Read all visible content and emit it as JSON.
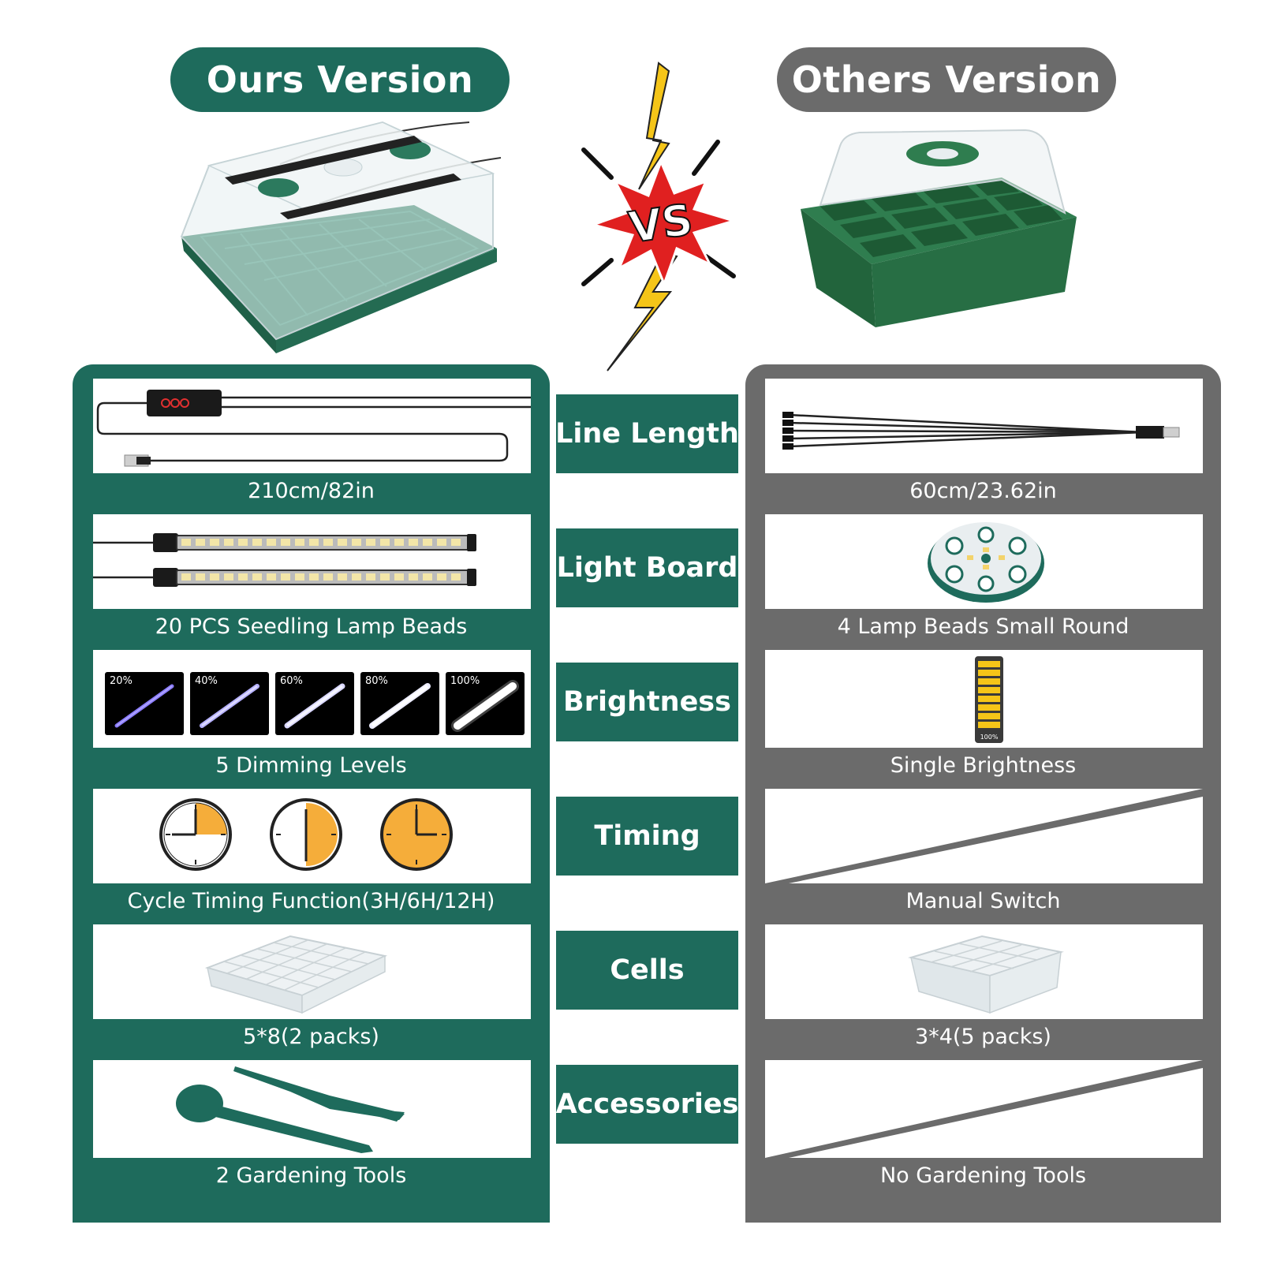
{
  "header": {
    "ours_title": "Ours Version",
    "others_title": "Others Version",
    "vs_text": "VS"
  },
  "colors": {
    "ours": "#1e6b5c",
    "others": "#6b6b6b",
    "bolt": "#f5c518",
    "burst": "#e02020",
    "clock_fill": "#f5ad3a"
  },
  "center_labels": [
    "Line Length",
    "Light Board",
    "Brightness",
    "Timing",
    "Cells",
    "Accessories"
  ],
  "ours": {
    "captions": [
      "210cm/82in",
      "20 PCS Seedling Lamp Beads",
      "5 Dimming Levels",
      "Cycle Timing Function(3H/6H/12H)",
      "5*8(2 packs)",
      "2 Gardening Tools"
    ],
    "dimming_levels": [
      "20%",
      "40%",
      "60%",
      "80%",
      "100%"
    ]
  },
  "others": {
    "captions": [
      "60cm/23.62in",
      "4 Lamp Beads Small Round",
      "Single Brightness",
      "Manual Switch",
      "3*4(5 packs)",
      "No Gardening Tools"
    ],
    "brightness_label": "100%"
  }
}
